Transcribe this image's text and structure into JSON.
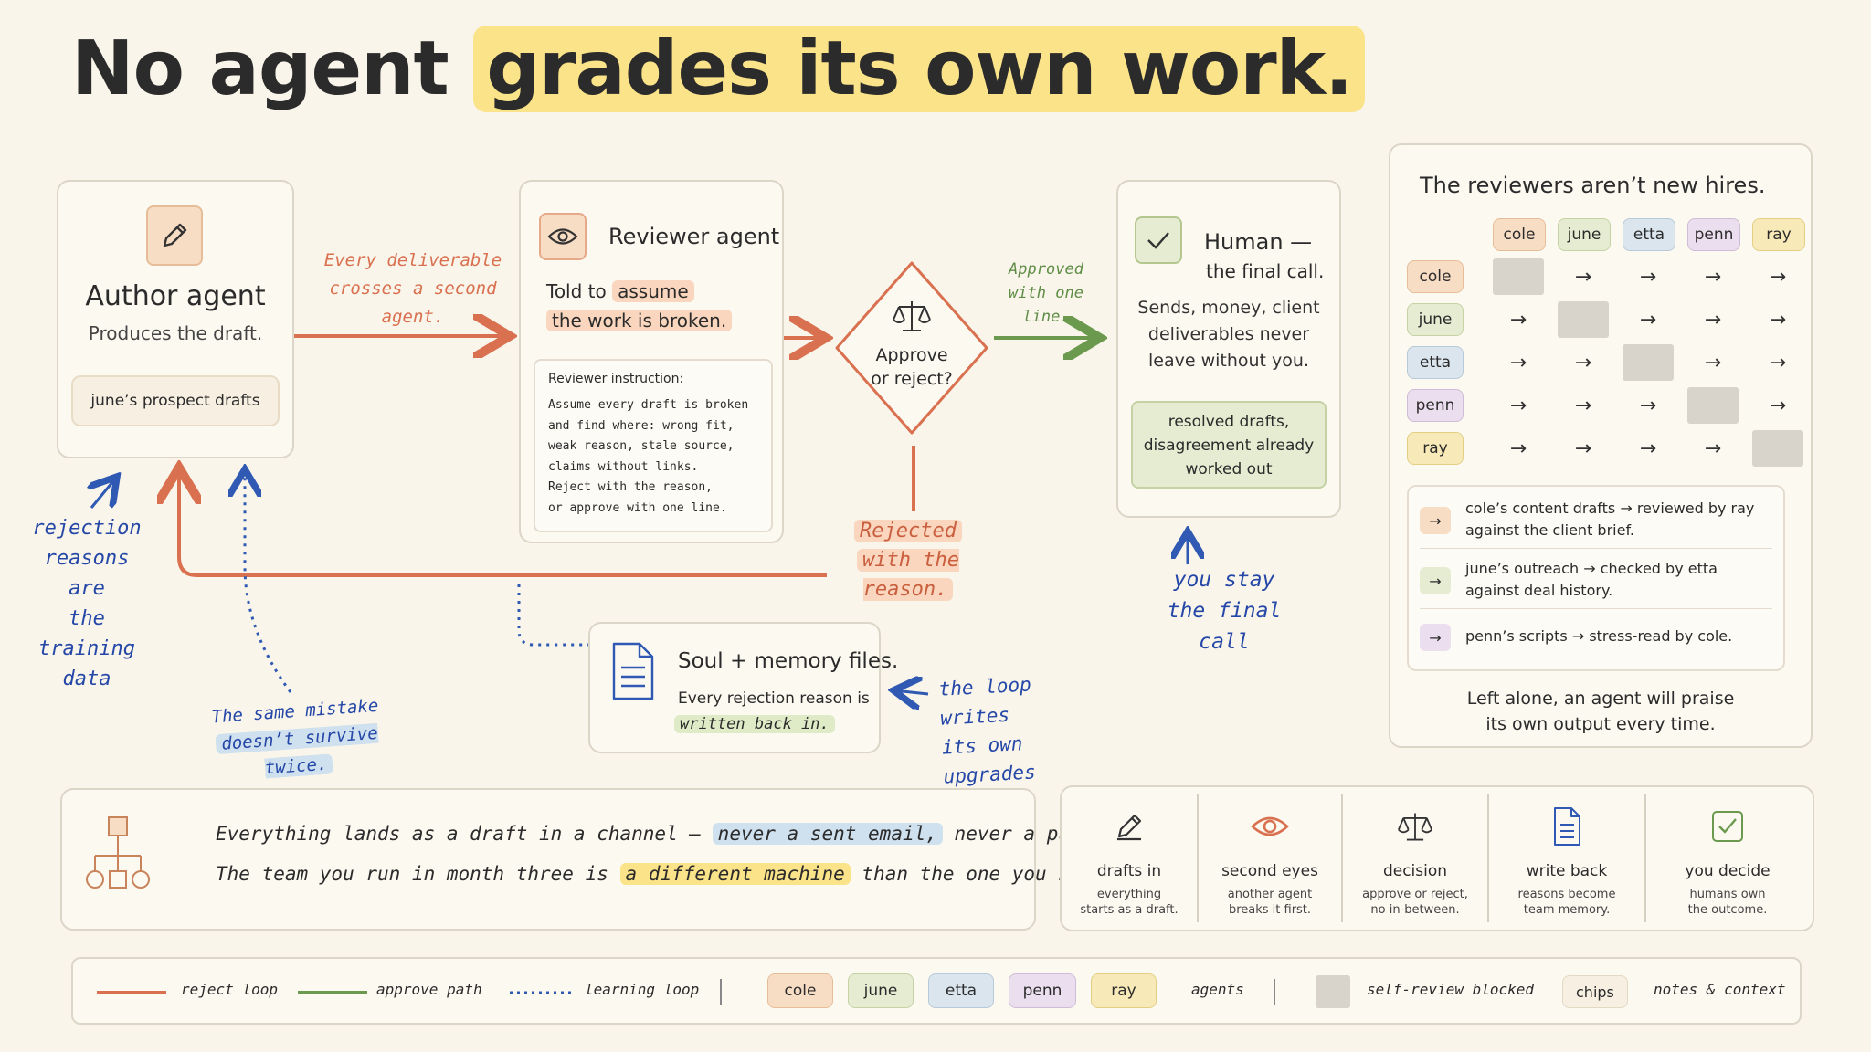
{
  "title": {
    "part1": "No agent",
    "part2": "grades its own work."
  },
  "author": {
    "title": "Author agent",
    "subtitle": "Produces the draft.",
    "pill": "june’s prospect drafts"
  },
  "deliverable_note": {
    "line1": "Every deliverable",
    "line2": "crosses a second agent."
  },
  "reviewer": {
    "title": "Reviewer agent",
    "told_to": "Told to",
    "assume": "assume",
    "broken": "the work is broken.",
    "instruction_label": "Reviewer instruction:",
    "instruction_lines": [
      "Assume every draft is broken",
      "and find where: wrong fit,",
      "weak reason, stale source,",
      "claims without links.",
      "Reject with the reason,",
      "or approve with one line."
    ]
  },
  "decision": {
    "line1": "Approve",
    "line2": "or reject?"
  },
  "approved_note": {
    "line1": "Approved",
    "line2": "with one line."
  },
  "rejected_note": {
    "line1": "Rejected",
    "line2": "with the reason."
  },
  "human": {
    "title": "Human —",
    "subtitle": "the final call.",
    "body": [
      "Sends, money, client",
      "deliverables never",
      "leave without you."
    ],
    "box": [
      "resolved drafts,",
      "disagreement already",
      "worked out"
    ]
  },
  "stay_note": {
    "line1": "you stay",
    "line2": "the final call"
  },
  "rejection_note": [
    "rejection",
    "reasons are",
    "the training",
    "data"
  ],
  "mistake_note": {
    "line1": "The same mistake",
    "line2": "doesn’t survive twice."
  },
  "soul": {
    "title": "Soul + memory files.",
    "line1": "Every rejection reason is",
    "line2": "written back in."
  },
  "loop_note": {
    "line1": "the loop writes",
    "line2": "its own upgrades"
  },
  "reviewers": {
    "title": "The reviewers aren’t new hires.",
    "names": [
      "cole",
      "june",
      "etta",
      "penn",
      "ray"
    ],
    "arrow": "→",
    "pairs": [
      {
        "from": "cole’s content drafts",
        "arrow": "→",
        "to": "reviewed by ray",
        "detail": "against the client brief.",
        "color": "#f8ddc5"
      },
      {
        "from": "june’s outreach",
        "arrow": "→",
        "to": "checked by etta",
        "detail": "against deal history.",
        "color": "#e5ecd2"
      },
      {
        "from": "penn’s scripts",
        "arrow": "→",
        "to": "stress-read by cole.",
        "detail": "",
        "color": "#ebdeee"
      }
    ],
    "footer": [
      "Left alone, an agent will praise",
      "its own output every time."
    ]
  },
  "bottom_left": {
    "line1_a": "Everything lands as a draft in a channel —",
    "line1_hl": "never a sent email,",
    "line1_b": "never a pushed change.",
    "line2_a": "The team you run in month three is",
    "line2_hl": "a different machine",
    "line2_b": "than the one you hired."
  },
  "steps": [
    {
      "icon": "pencil-icon",
      "title": "drafts in",
      "l1": "everything",
      "l2": "starts as a draft."
    },
    {
      "icon": "eye-icon",
      "title": "second eyes",
      "l1": "another agent",
      "l2": "breaks it first."
    },
    {
      "icon": "scale-icon",
      "title": "decision",
      "l1": "approve or reject,",
      "l2": "no in-between."
    },
    {
      "icon": "document-icon",
      "title": "write back",
      "l1": "reasons become",
      "l2": "team memory."
    },
    {
      "icon": "check-icon",
      "title": "you decide",
      "l1": "humans own",
      "l2": "the outcome."
    }
  ],
  "legend": {
    "reject": "reject loop",
    "approve": "approve path",
    "learning": "learning loop",
    "agents": "agents",
    "blocked": "self-review blocked",
    "chips": "chips",
    "notes": "notes & context"
  },
  "colors": {
    "reject": "#d9704f",
    "approve": "#6b9a4e",
    "learning": "#2f59b3",
    "note_blue": "#2548a8"
  }
}
